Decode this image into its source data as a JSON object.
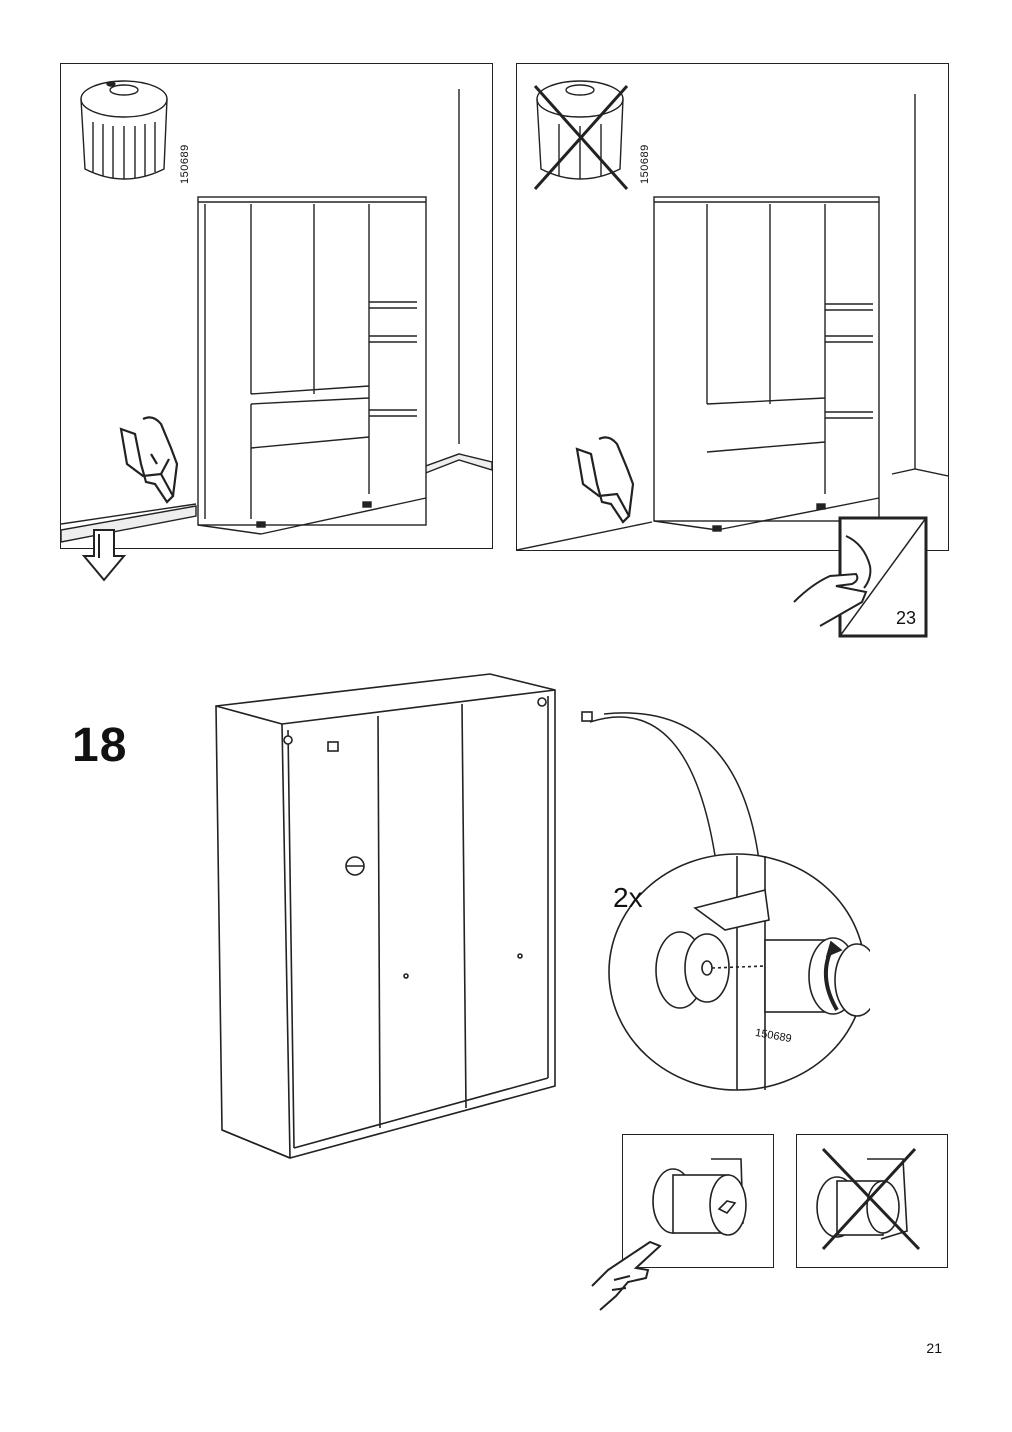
{
  "top_left_panel": {
    "part_number": "150689"
  },
  "top_right_panel": {
    "part_number": "150689"
  },
  "page_turn_icon": {
    "ref_page": "23"
  },
  "step": {
    "number": "18",
    "detail": {
      "quantity": "2x",
      "part_number": "150689"
    }
  },
  "page": {
    "number": "21"
  }
}
